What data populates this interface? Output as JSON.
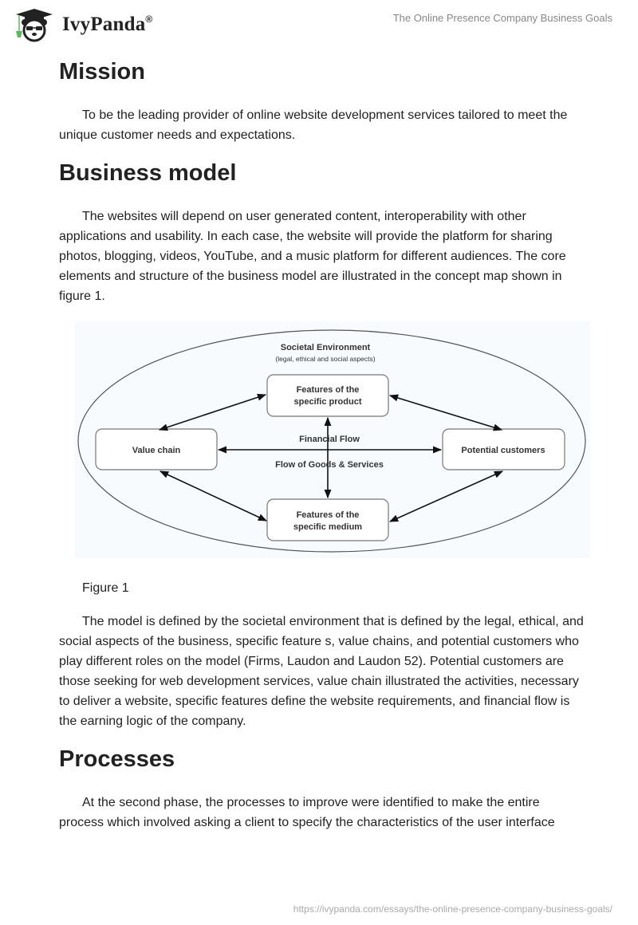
{
  "header": {
    "brand": "IvyPanda",
    "brand_mark": "®",
    "doc_title": "The Online Presence Company Business Goals"
  },
  "sections": [
    {
      "heading": "Mission",
      "paragraphs": [
        "To be the leading provider of online website development services tailored to meet the unique customer needs and expectations."
      ]
    },
    {
      "heading": "Business model",
      "paragraphs": [
        "The websites will depend on user generated content, interoperability with other applications and usability. In each case, the website will provide the platform for sharing photos, blogging, videos, YouTube, and a music platform for different audiences. The core elements and structure of the business model are illustrated in the concept map shown in figure 1.",
        "The model is defined by the societal environment that is defined by the legal, ethical, and social aspects of the business, specific feature s, value chains, and potential customers who play different roles on the model (Firms, Laudon and Laudon 52). Potential customers are those seeking for web development services, value chain illustrated the activities, necessary to deliver a website, specific features define the website requirements, and financial flow is the earning logic of the company."
      ]
    },
    {
      "heading": "Processes",
      "paragraphs": [
        "At the second phase, the processes to improve were identified to make the entire process which involved asking a client to specify the characteristics of the user interface"
      ]
    }
  ],
  "figure": {
    "caption": "Figure 1",
    "environment_title": "Societal Environment",
    "environment_subtitle": "(legal, ethical and social aspects)",
    "nodes": {
      "product_line1": "Features of the",
      "product_line2": "specific product",
      "value_chain": "Value chain",
      "customers": "Potential customers",
      "medium_line1": "Features of the",
      "medium_line2": "specific medium"
    },
    "flow_labels": {
      "financial": "Financial Flow",
      "goods": "Flow of Goods & Services"
    }
  },
  "footer": {
    "url": "https://ivypanda.com/essays/the-online-presence-company-business-goals/"
  }
}
